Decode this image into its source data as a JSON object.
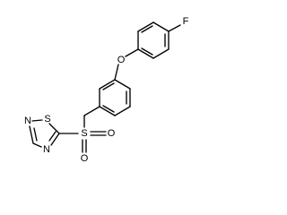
{
  "diagram": {
    "type": "chemical-structure",
    "atom_labels": {
      "fluorine": "F",
      "ether_oxygen": "O",
      "sulfonyl_sulfur": "S",
      "sulfonyl_oxygen_top": "O",
      "sulfonyl_oxygen_bottom": "O",
      "ring_sulfur": "S",
      "ring_nitrogen_1": "N",
      "ring_nitrogen_2": "N"
    }
  }
}
